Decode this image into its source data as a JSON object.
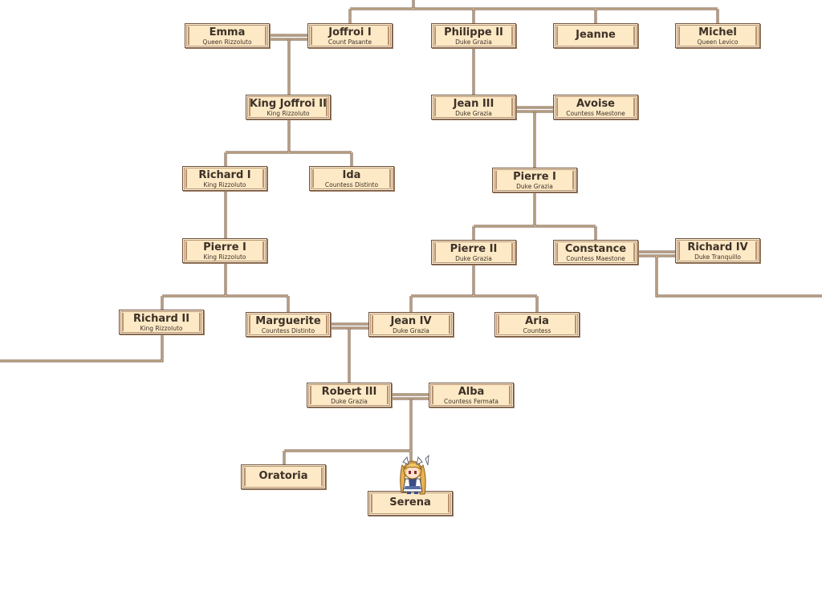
{
  "family_tree": {
    "members": [
      {
        "id": "emma",
        "name": "Emma",
        "title": "Queen Rizzoluto"
      },
      {
        "id": "joffroi-i",
        "name": "Joffroi I",
        "title": "Count Pasante"
      },
      {
        "id": "philippe-ii",
        "name": "Philippe II",
        "title": "Duke Grazia"
      },
      {
        "id": "jeanne",
        "name": "Jeanne",
        "title": ""
      },
      {
        "id": "michel",
        "name": "Michel",
        "title": "Queen Levico"
      },
      {
        "id": "king-joffroi-ii",
        "name": "King Joffroi II",
        "title": "King Rizzoluto"
      },
      {
        "id": "jean-iii",
        "name": "Jean III",
        "title": "Duke Grazia"
      },
      {
        "id": "avoise",
        "name": "Avoise",
        "title": "Countess Maestone"
      },
      {
        "id": "richard-i",
        "name": "Richard I",
        "title": "King Rizzoluto"
      },
      {
        "id": "ida",
        "name": "Ida",
        "title": "Countess Distinto"
      },
      {
        "id": "pierre-i-grazia",
        "name": "Pierre I",
        "title": "Duke Grazia"
      },
      {
        "id": "pierre-i-rizzoluto",
        "name": "Pierre I",
        "title": "King Rizzoluto"
      },
      {
        "id": "pierre-ii",
        "name": "Pierre II",
        "title": "Duke Grazia"
      },
      {
        "id": "constance",
        "name": "Constance",
        "title": "Countess Maestone"
      },
      {
        "id": "richard-iv",
        "name": "Richard IV",
        "title": "Duke Tranquillo"
      },
      {
        "id": "richard-ii",
        "name": "Richard II",
        "title": "King Rizzoluto"
      },
      {
        "id": "marguerite",
        "name": "Marguerite",
        "title": "Countess Distinto"
      },
      {
        "id": "jean-iv",
        "name": "Jean IV",
        "title": "Duke Grazia"
      },
      {
        "id": "aria",
        "name": "Aria",
        "title": "Countess"
      },
      {
        "id": "robert-iii",
        "name": "Robert III",
        "title": "Duke Grazia"
      },
      {
        "id": "alba",
        "name": "Alba",
        "title": "Countess Fermata"
      },
      {
        "id": "oratoria",
        "name": "Oratoria",
        "title": ""
      },
      {
        "id": "serena",
        "name": "Serena",
        "title": ""
      }
    ],
    "marriages": [
      [
        "emma",
        "joffroi-i"
      ],
      [
        "jean-iii",
        "avoise"
      ],
      [
        "constance",
        "richard-iv"
      ],
      [
        "marguerite",
        "jean-iv"
      ],
      [
        "robert-iii",
        "alba"
      ]
    ],
    "parent_child": [
      [
        "joffroi-i",
        "king-joffroi-ii"
      ],
      [
        "philippe-ii",
        "jean-iii"
      ],
      [
        "king-joffroi-ii",
        "richard-i"
      ],
      [
        "king-joffroi-ii",
        "ida"
      ],
      [
        "jean-iii",
        "pierre-i-grazia"
      ],
      [
        "richard-i",
        "pierre-i-rizzoluto"
      ],
      [
        "pierre-i-grazia",
        "pierre-ii"
      ],
      [
        "pierre-i-grazia",
        "constance"
      ],
      [
        "pierre-i-rizzoluto",
        "richard-ii"
      ],
      [
        "pierre-i-rizzoluto",
        "marguerite"
      ],
      [
        "pierre-ii",
        "jean-iv"
      ],
      [
        "pierre-ii",
        "aria"
      ],
      [
        "marguerite",
        "robert-iii"
      ],
      [
        "robert-iii",
        "oratoria"
      ],
      [
        "robert-iii",
        "serena"
      ]
    ],
    "colors": {
      "box_fill": "#fde9c5",
      "box_border": "#6d4f3a",
      "line": "#6d4f3a",
      "text": "#3d3128"
    },
    "sprite_icon": "serena-chibi-portrait"
  }
}
